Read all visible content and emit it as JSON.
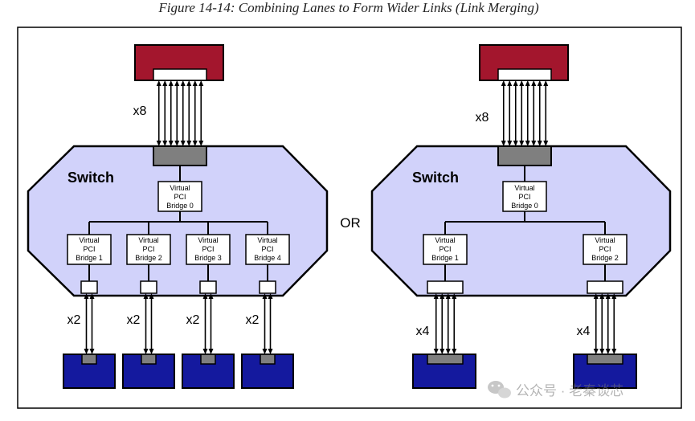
{
  "figure": {
    "caption": "Figure 14-14: Combining Lanes to Form Wider Links (Link Merging)",
    "or_label": "OR"
  },
  "left": {
    "switch_label": "Switch",
    "upstream_width": "x8",
    "root_bridge": [
      "Virtual",
      "PCI",
      "Bridge 0"
    ],
    "bridges": [
      [
        "Virtual",
        "PCI",
        "Bridge 1"
      ],
      [
        "Virtual",
        "PCI",
        "Bridge 2"
      ],
      [
        "Virtual",
        "PCI",
        "Bridge 3"
      ],
      [
        "Virtual",
        "PCI",
        "Bridge 4"
      ]
    ],
    "downstream_widths": [
      "x2",
      "x2",
      "x2",
      "x2"
    ]
  },
  "right": {
    "switch_label": "Switch",
    "upstream_width": "x8",
    "root_bridge": [
      "Virtual",
      "PCI",
      "Bridge 0"
    ],
    "bridges": [
      [
        "Virtual",
        "PCI",
        "Bridge 1"
      ],
      [
        "Virtual",
        "PCI",
        "Bridge 2"
      ]
    ],
    "downstream_widths": [
      "x4",
      "x4"
    ]
  },
  "watermark": {
    "text": "公众号 · 老秦谈芯"
  },
  "colors": {
    "root_complex": "#a3162d",
    "endpoint": "#14199e",
    "switch_fill": "#d1d2fa",
    "port_fill": "#7f7f7f",
    "frame": "#000000"
  }
}
